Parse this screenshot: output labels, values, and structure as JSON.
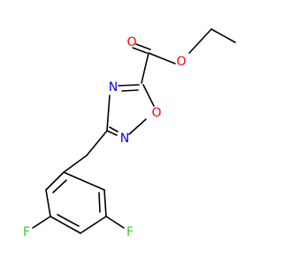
{
  "molecule": {
    "atoms": {
      "O_carbonyl": {
        "symbol": "O",
        "color": "#ff0000"
      },
      "O_ester": {
        "symbol": "O",
        "color": "#ff0000"
      },
      "O_ring": {
        "symbol": "O",
        "color": "#ff0000"
      },
      "N_ring_upper": {
        "symbol": "N",
        "color": "#0000ff"
      },
      "N_ring_lower": {
        "symbol": "N",
        "color": "#0000ff"
      },
      "F_left": {
        "symbol": "F",
        "color": "#33cc33"
      },
      "F_right": {
        "symbol": "F",
        "color": "#33cc33"
      }
    },
    "bond_color": "#000000"
  }
}
